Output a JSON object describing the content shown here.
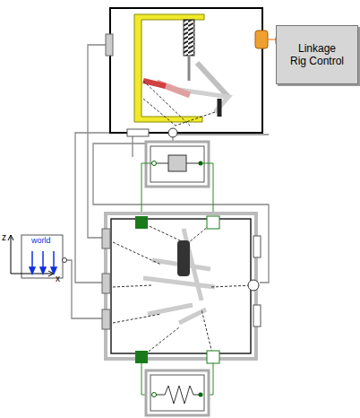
{
  "diagram": {
    "nodes": [
      {
        "text": [
          "Linkage Rig Control"
        ]
      }
    ],
    "labels": [
      "world",
      "z",
      "x"
    ]
  }
}
